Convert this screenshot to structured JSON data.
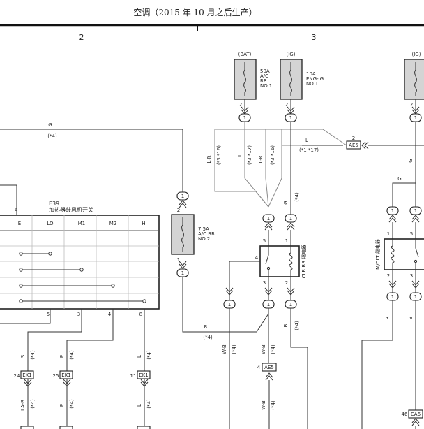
{
  "title": "空调（2015 年 10 月之后生产）",
  "columns": {
    "col2": "2",
    "col3": "3"
  },
  "fuses": {
    "bat": {
      "tag": "(BAT)",
      "label": "50A\nA/C\nRR\nNO.1",
      "pin": "2"
    },
    "ig": {
      "tag": "(IG)",
      "label": "10A\nENG-IG\nNO.1",
      "pin": "2"
    },
    "ig2": {
      "tag": "(IG)"
    },
    "acrr2": {
      "label": "7.5A\nA/C RR\nNO.2",
      "pin_top": "2",
      "pin_bot": "1"
    }
  },
  "wires": {
    "g_top": "G",
    "g_top_note": "(*4)",
    "l_top": "L",
    "l_top_note": "(*1 *17)",
    "lr_a": "L-R",
    "lr_a_note": "(*3 *16)",
    "l_mid": "L",
    "l_mid_note": "(*3 *17)",
    "lr_b": "L-R",
    "lr_b_note": "(*3 *16)",
    "g_mid": "G",
    "g_mid_note": "(*4)",
    "r_bot": "R",
    "r_bot_note": "(*4)",
    "w_note": "W-B",
    "w_note2": "(*4)",
    "b_note": "B",
    "b_note2": "(*4)",
    "g_right": "G",
    "g_right2": "G",
    "b_right": "B",
    "r_right": "R"
  },
  "connector_ae5": {
    "name": "AE5",
    "pin": "2"
  },
  "connector_ae5_b": {
    "name": "AE5",
    "pin": "4"
  },
  "connector_ca6": {
    "name": "CA6",
    "pin": "46"
  },
  "switch": {
    "id": "E39",
    "name": "加热器鼓风机开关",
    "pin_top": "6",
    "headers": [
      "",
      "E",
      "LO",
      "M1",
      "M2",
      "HI"
    ],
    "pins_bottom": [
      "5",
      "3",
      "4",
      "8"
    ]
  },
  "relays": {
    "clr": {
      "name": "CLR RR 继电器",
      "pins": [
        "5",
        "1",
        "4",
        "3",
        "2"
      ]
    },
    "mclt": {
      "name": "M/CLT 继电器",
      "pins": [
        "1",
        "5",
        "2",
        "3"
      ]
    }
  },
  "bottom_connectors": [
    {
      "pin": "24",
      "name": "EK1",
      "wire": "LA-B",
      "note": "(*4)"
    },
    {
      "pin": "25",
      "name": "EK1",
      "wire": "P",
      "note": "(*4)"
    },
    {
      "pin": "11",
      "name": "EK1",
      "wire": "L",
      "note": "(*4)"
    }
  ],
  "wire_codes_bottom": {
    "s": "S",
    "sn": "(*4)",
    "p": "P",
    "pn": "(*4)",
    "l": "L",
    "ln": "(*4)"
  },
  "pin_labels": {
    "one": "1",
    "two": "2",
    "three": "3",
    "four": "4",
    "five": "5",
    "six": "6"
  }
}
